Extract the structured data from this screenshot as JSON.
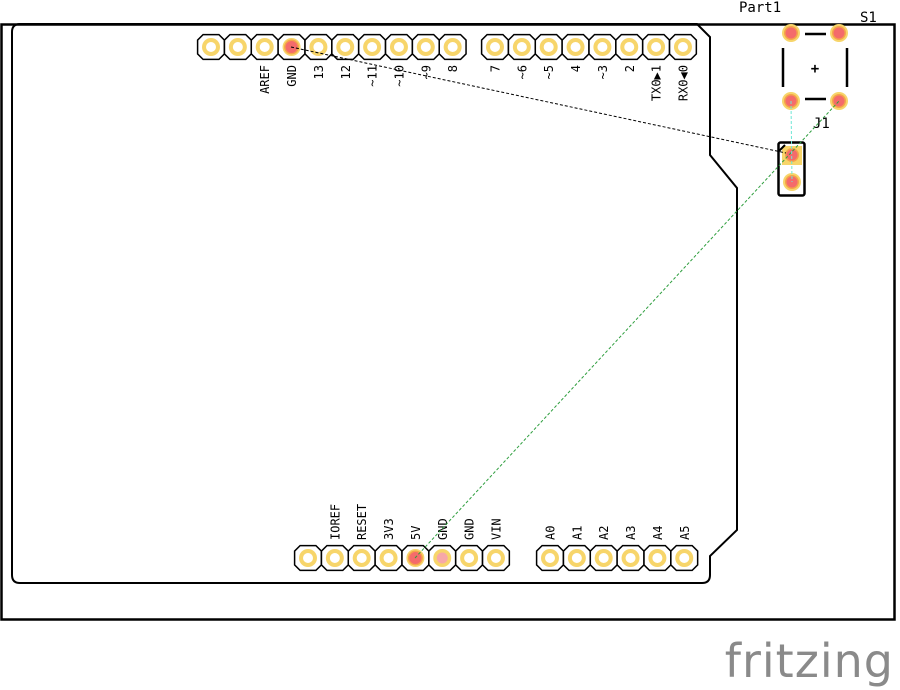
{
  "app": {
    "logo_text": "fritzing"
  },
  "colors": {
    "pad_ring": "#f7d56a",
    "pad_active_ring": "#f5a34a",
    "pad_active_fill": "#f46b6b",
    "pad_light_fill": "#f7a8a8",
    "ratsnest_green": "#2e9e3e",
    "ratsnest_cyan": "#6ee6d6",
    "ratsnest_black": "#000000"
  },
  "parts": {
    "part1_label": "Part1",
    "s1_label": "S1",
    "j1_label": "J1",
    "switch_symbol": "+"
  },
  "headers": {
    "digital_left": [
      {
        "label": "",
        "state": "normal"
      },
      {
        "label": "",
        "state": "normal"
      },
      {
        "label": "AREF",
        "state": "normal"
      },
      {
        "label": "GND",
        "state": "connected"
      },
      {
        "label": "13",
        "state": "normal"
      },
      {
        "label": "12",
        "state": "normal"
      },
      {
        "label": "~11",
        "state": "normal"
      },
      {
        "label": "~10",
        "state": "normal"
      },
      {
        "label": "~9",
        "state": "normal"
      },
      {
        "label": "8",
        "state": "normal"
      }
    ],
    "digital_right": [
      {
        "label": "7",
        "state": "normal"
      },
      {
        "label": "~6",
        "state": "normal"
      },
      {
        "label": "~5",
        "state": "normal"
      },
      {
        "label": "4",
        "state": "normal"
      },
      {
        "label": "~3",
        "state": "normal"
      },
      {
        "label": "2",
        "state": "normal"
      },
      {
        "label": "TX0▶1",
        "state": "normal"
      },
      {
        "label": "RX0◀0",
        "state": "normal"
      }
    ],
    "power": [
      {
        "label": "",
        "state": "normal"
      },
      {
        "label": "IOREF",
        "state": "normal"
      },
      {
        "label": "RESET",
        "state": "normal"
      },
      {
        "label": "3V3",
        "state": "normal"
      },
      {
        "label": "5V",
        "state": "connected"
      },
      {
        "label": "GND",
        "state": "light"
      },
      {
        "label": "GND",
        "state": "normal"
      },
      {
        "label": "VIN",
        "state": "normal"
      }
    ],
    "analog": [
      {
        "label": "A0",
        "state": "normal"
      },
      {
        "label": "A1",
        "state": "normal"
      },
      {
        "label": "A2",
        "state": "normal"
      },
      {
        "label": "A3",
        "state": "normal"
      },
      {
        "label": "A4",
        "state": "normal"
      },
      {
        "label": "A5",
        "state": "normal"
      }
    ]
  },
  "ratsnest": [
    {
      "from": "Arduino GND (top)",
      "to": "J1 pin 1",
      "style": "black-dashed"
    },
    {
      "from": "Arduino 5V",
      "to": "S1 bottom-right pad",
      "style": "green-dashed"
    },
    {
      "from": "S1 bottom-left pad",
      "to": "J1 pin 2",
      "style": "cyan-dashed"
    }
  ]
}
